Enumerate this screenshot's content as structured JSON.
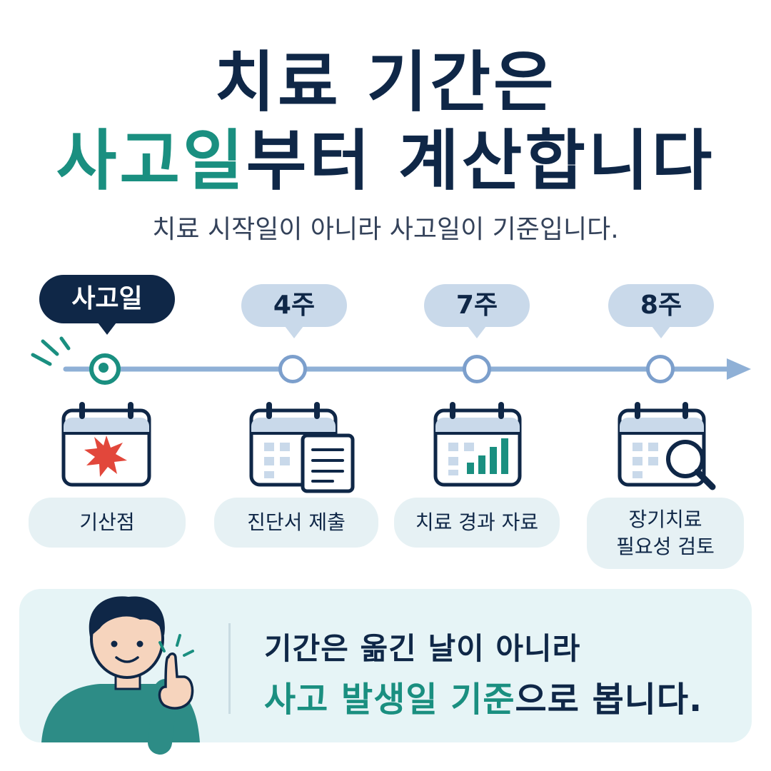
{
  "title": {
    "line1": "치료 기간은",
    "line2_accent": "사고일",
    "line2_rest": "부터 계산합니다"
  },
  "subtitle": "치료 시작일이 아니라 사고일이 기준입니다.",
  "timeline": {
    "steps": [
      {
        "marker": "사고일",
        "label": "기산점",
        "icon": "calendar-burst-icon",
        "active": true
      },
      {
        "marker": "4주",
        "label": "진단서 제출",
        "icon": "calendar-document-icon",
        "active": false
      },
      {
        "marker": "7주",
        "label": "치료 경과 자료",
        "icon": "calendar-chart-icon",
        "active": false
      },
      {
        "marker": "8주",
        "label_line1": "장기치료",
        "label_line2": "필요성 검토",
        "icon": "calendar-search-icon",
        "active": false
      }
    ]
  },
  "message": {
    "line1": "기간은 옮긴 날이 아니라",
    "line2_accent": "사고 발생일 기준",
    "line2_rest": "으로 봅니다."
  },
  "colors": {
    "navy": "#0f2747",
    "teal": "#1a8f80",
    "line_blue": "#7c9fcc",
    "bubble_light": "#c9d9ea",
    "pill_bg": "#e6f1f4",
    "card_bg": "#e6f4f6",
    "burst_red": "#e2473b"
  }
}
